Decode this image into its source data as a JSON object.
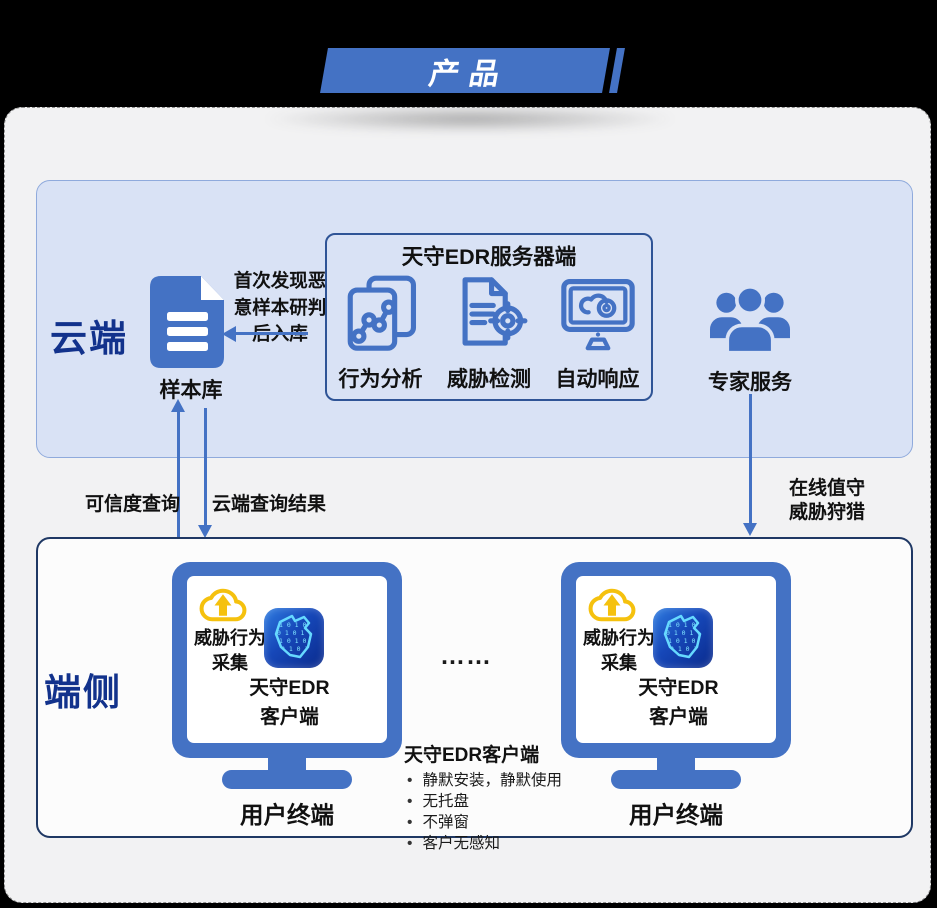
{
  "banner": {
    "title": "产品"
  },
  "palette": {
    "accent_blue": "#4472C4",
    "navy_text": "#12328C",
    "cloud_fill": "#D9E2F5",
    "cloud_border": "#8FAADC",
    "server_border": "#2F5496",
    "endpoint_border": "#1F3864",
    "panel_fill": "#F2F2F3",
    "cloud_icon_yellow": "#F5C10E",
    "app_icon_cyan": "#66D9FF"
  },
  "cloud": {
    "label": "云端",
    "sample_library": {
      "label": "样本库",
      "icon": "document-icon"
    },
    "ingest_note": {
      "lines": [
        "首次发现恶",
        "意样本研判",
        "后入库"
      ]
    },
    "server": {
      "title": "天守EDR服务器端",
      "items": [
        {
          "label": "行为分析",
          "icon": "behavior-analysis-icon"
        },
        {
          "label": "威胁检测",
          "icon": "threat-detection-icon"
        },
        {
          "label": "自动响应",
          "icon": "auto-response-icon"
        }
      ]
    },
    "expert": {
      "label": "专家服务",
      "icon": "experts-icon"
    }
  },
  "flows": {
    "credibility_query": {
      "label": "可信度查询",
      "direction": "up"
    },
    "cloud_query_result": {
      "label": "云端查询结果",
      "direction": "down"
    },
    "expert_duty": {
      "lines": [
        "在线值守",
        "威胁狩猎"
      ],
      "direction": "down"
    }
  },
  "endpoint": {
    "label": "端侧",
    "ellipsis": "……",
    "terminals": [
      {
        "collect": {
          "lines": [
            "威胁行为",
            "采集"
          ]
        },
        "client": {
          "lines": [
            "天守EDR",
            "客户端"
          ]
        },
        "terminal_label": "用户终端"
      },
      {
        "collect": {
          "lines": [
            "威胁行为",
            "采集"
          ]
        },
        "client": {
          "lines": [
            "天守EDR",
            "客户端"
          ]
        },
        "terminal_label": "用户终端"
      }
    ],
    "client_notes": {
      "title": "天守EDR客户端",
      "items": [
        "静默安装，静默使用",
        "无托盘",
        "不弹窗",
        "客户无感知"
      ]
    }
  }
}
